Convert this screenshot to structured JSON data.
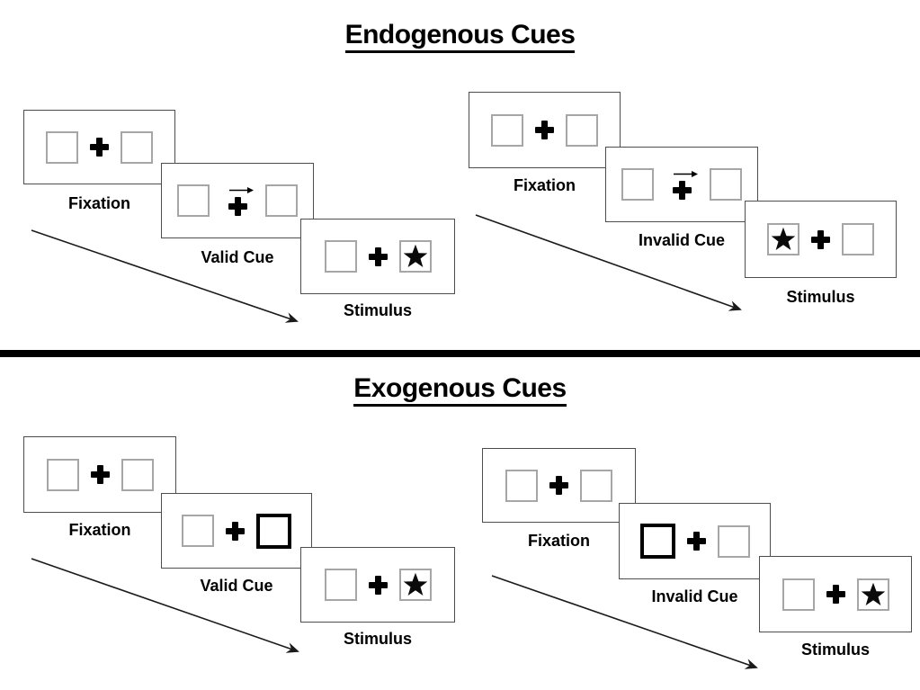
{
  "slide": {
    "background": "#ffffff",
    "divider_color": "#000000"
  },
  "colors": {
    "panel_border": "#4d4d4d",
    "placeholder_box_border": "#a6a6a6",
    "cue_box_border": "#000000",
    "symbol_color": "#000000",
    "text_color": "#000000"
  },
  "sections": [
    {
      "title": "Endogenous Cues",
      "sequences": [
        {
          "name": "valid-cue-sequence",
          "panels": [
            {
              "label": "Fixation",
              "left_box": "empty",
              "center": "cross",
              "right_box": "empty"
            },
            {
              "label": "Valid Cue",
              "left_box": "empty",
              "center": "cross-with-right-arrow",
              "right_box": "empty"
            },
            {
              "label": "Stimulus",
              "left_box": "empty",
              "center": "cross",
              "right_box": "star"
            }
          ]
        },
        {
          "name": "invalid-cue-sequence",
          "panels": [
            {
              "label": "Fixation",
              "left_box": "empty",
              "center": "cross",
              "right_box": "empty"
            },
            {
              "label": "Invalid Cue",
              "left_box": "empty",
              "center": "cross-with-right-arrow",
              "right_box": "empty"
            },
            {
              "label": "Stimulus",
              "left_box": "star",
              "center": "cross",
              "right_box": "empty"
            }
          ]
        }
      ]
    },
    {
      "title": "Exogenous Cues",
      "sequences": [
        {
          "name": "valid-cue-sequence",
          "panels": [
            {
              "label": "Fixation",
              "left_box": "empty",
              "center": "cross",
              "right_box": "empty"
            },
            {
              "label": "Valid Cue",
              "left_box": "empty",
              "center": "cross",
              "right_box": "thick-outline"
            },
            {
              "label": "Stimulus",
              "left_box": "empty",
              "center": "cross",
              "right_box": "star"
            }
          ]
        },
        {
          "name": "invalid-cue-sequence",
          "panels": [
            {
              "label": "Fixation",
              "left_box": "empty",
              "center": "cross",
              "right_box": "empty"
            },
            {
              "label": "Invalid Cue",
              "left_box": "thick-outline",
              "center": "cross",
              "right_box": "empty"
            },
            {
              "label": "Stimulus",
              "left_box": "empty",
              "center": "cross",
              "right_box": "star"
            }
          ]
        }
      ]
    }
  ]
}
